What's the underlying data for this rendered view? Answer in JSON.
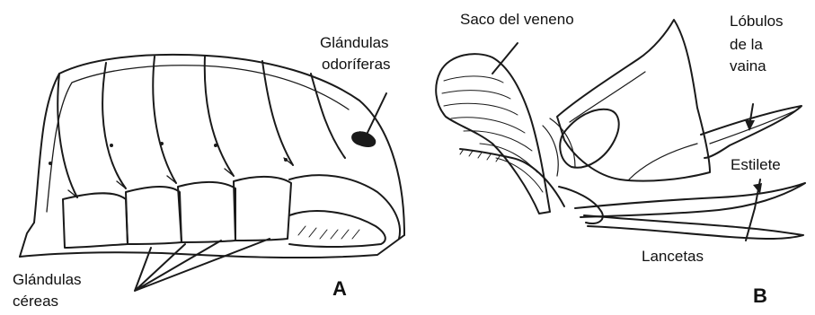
{
  "panel_a": {
    "letter": "A",
    "labels": {
      "odoriferas_line1": "Glándulas",
      "odoriferas_line2": "odoríferas",
      "cereas_line1": "Glándulas",
      "cereas_line2": "céreas"
    }
  },
  "panel_b": {
    "letter": "B",
    "labels": {
      "saco": "Saco del veneno",
      "lobulos_line1": "Lóbulos",
      "lobulos_line2": "de la",
      "lobulos_line3": "vaina",
      "estilete": "Estilete",
      "lancetas": "Lancetas"
    }
  },
  "colors": {
    "ink": "#1a1a1a",
    "background": "#ffffff"
  }
}
